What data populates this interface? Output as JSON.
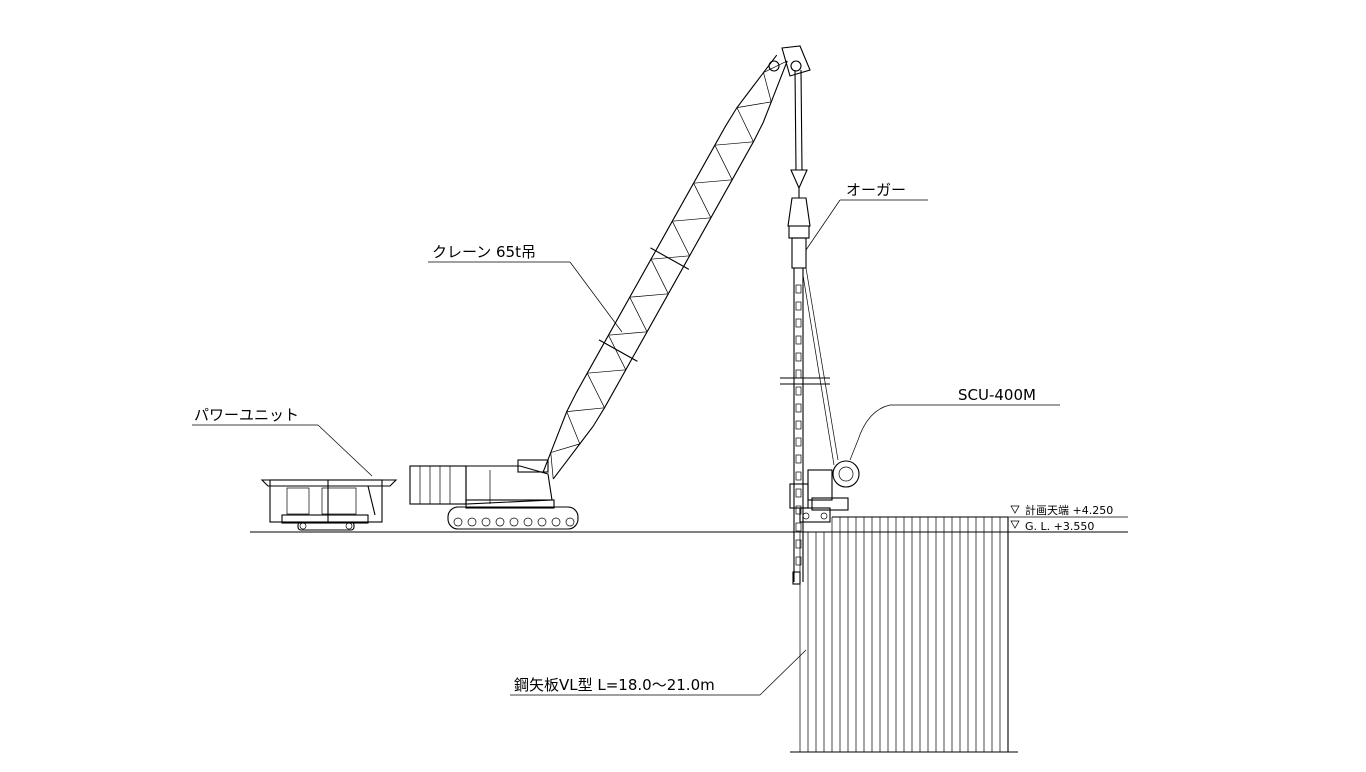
{
  "labels": {
    "power_unit": "パワーユニット",
    "crane": "クレーン 65t吊",
    "auger": "オーガー",
    "machine": "SCU-400M",
    "sheet_pile": "鋼矢板ⅤL型 L=18.0～21.0m",
    "planned_top": "計画天端 +4.250",
    "ground_level": "G. L. +3.550"
  }
}
